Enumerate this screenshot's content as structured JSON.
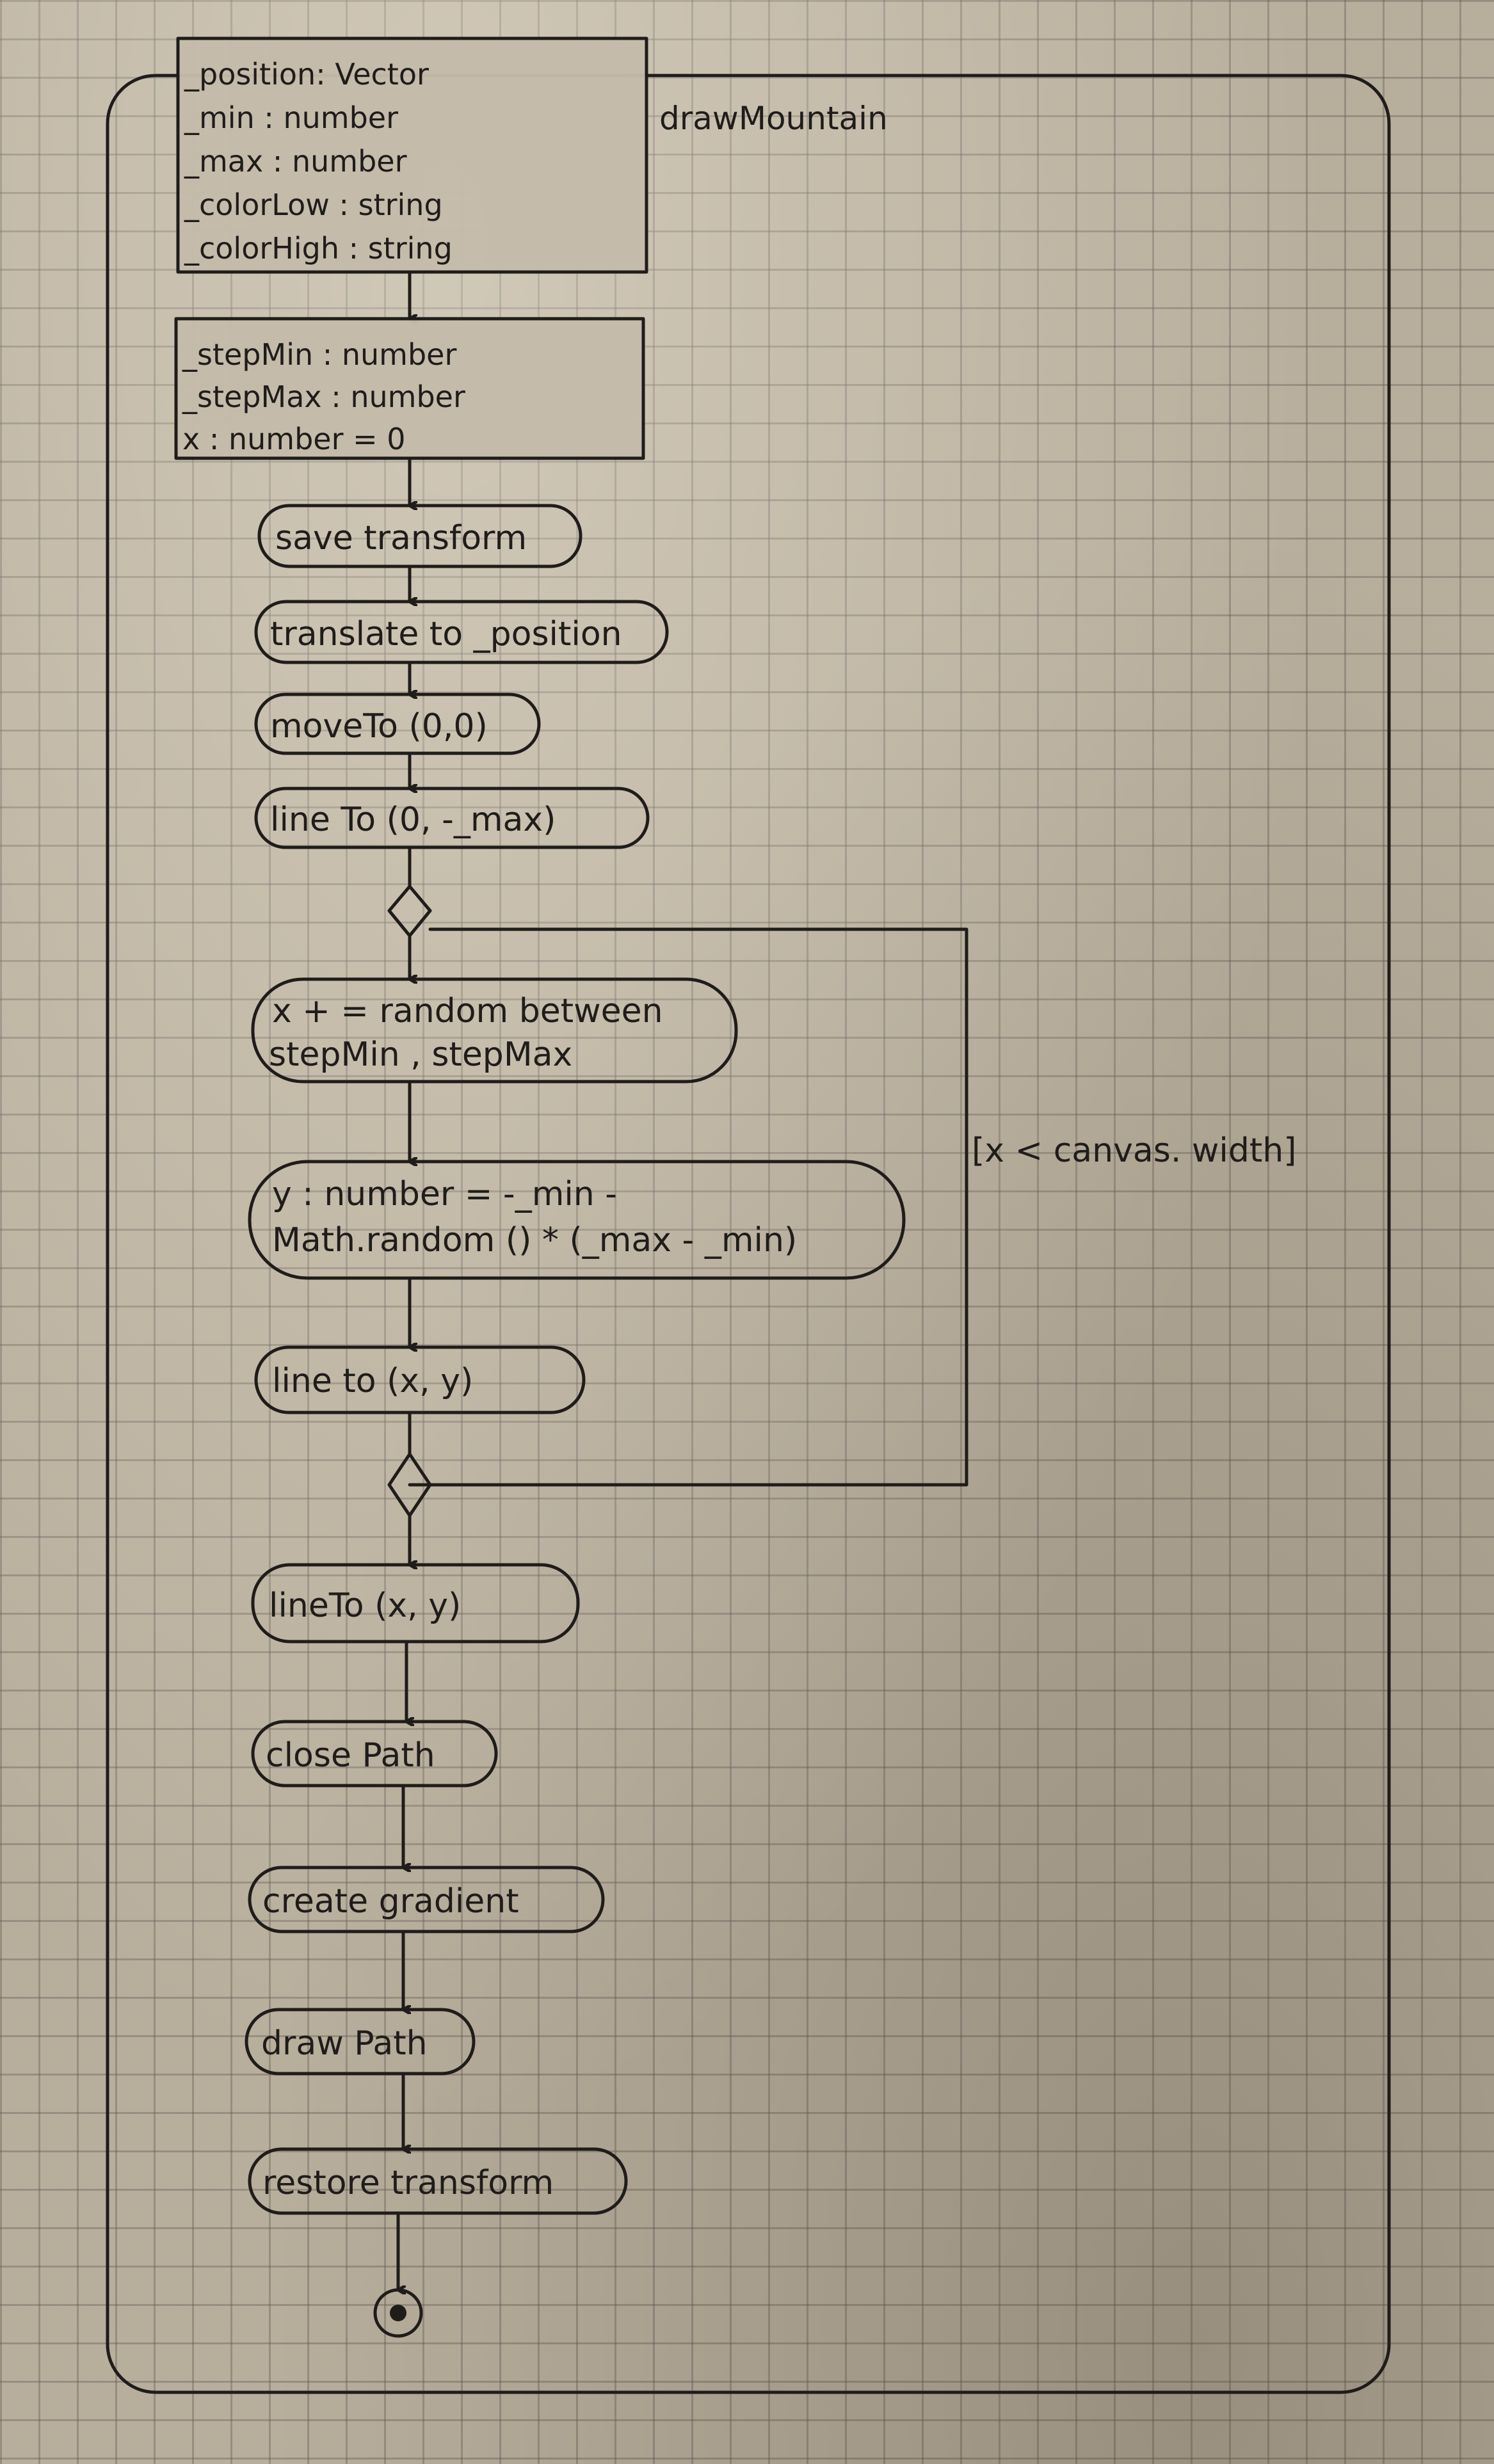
{
  "frame": {
    "title": "drawMountain"
  },
  "parameters": [
    "_position: Vector",
    "_min : number",
    "_max : number",
    "_colorLow : string",
    "_colorHigh : string"
  ],
  "variables": [
    "_stepMin : number",
    "_stepMax : number",
    "x : number = 0"
  ],
  "actions": {
    "save_transform": "save transform",
    "translate": "translate to _position",
    "move_to": "moveTo (0,0)",
    "line_to_max": "line To (0, -_max)",
    "x_step_1": "x + = random between",
    "x_step_2": "stepMin , stepMax",
    "y_calc_1": "y : number = -_min -",
    "y_calc_2": "Math.random () * (_max - _min)",
    "line_to_xy": "line to (x, y)",
    "line_to_xy_2": "lineTo (x, y)",
    "close_path": "close Path",
    "create_gradient": "create gradient",
    "draw_path": "draw Path",
    "restore_transform": "restore transform"
  },
  "guard": "[x < canvas. width]",
  "colors": {
    "ink": "#1f1c1a",
    "paper": "#b8ae9c",
    "grid": "#5f5850"
  }
}
